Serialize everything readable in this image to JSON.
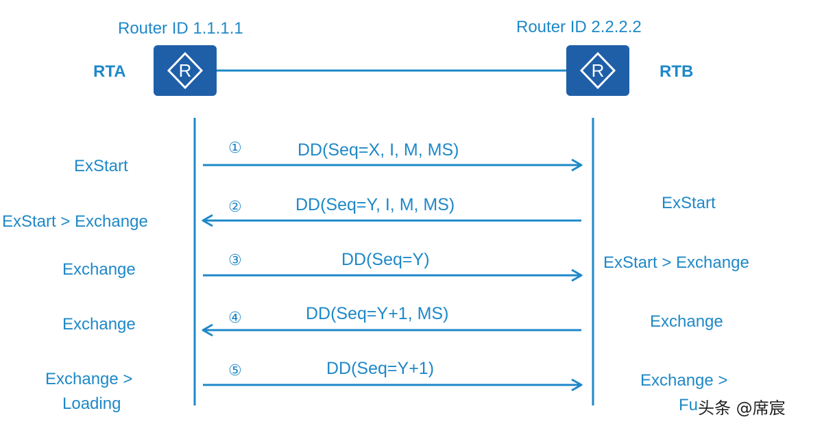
{
  "colors": {
    "accent": "#1e88c8",
    "router": "#1f5fa8",
    "watermark": "#222222"
  },
  "routers": {
    "rta": {
      "id_label": "Router ID 1.1.1.1",
      "name": "RTA",
      "icon": "router-icon"
    },
    "rtb": {
      "id_label": "Router ID 2.2.2.2",
      "name": "RTB",
      "icon": "router-icon"
    }
  },
  "messages": [
    {
      "num": "①",
      "label": "DD(Seq=X, I, M, MS)",
      "direction": "right"
    },
    {
      "num": "②",
      "label": "DD(Seq=Y, I, M, MS)",
      "direction": "left"
    },
    {
      "num": "③",
      "label": "DD(Seq=Y)",
      "direction": "right"
    },
    {
      "num": "④",
      "label": "DD(Seq=Y+1, MS)",
      "direction": "left"
    },
    {
      "num": "⑤",
      "label": "DD(Seq=Y+1)",
      "direction": "right"
    }
  ],
  "states_left": [
    "ExStart",
    "ExStart > Exchange",
    "Exchange",
    "Exchange",
    "Exchange >",
    "Loading"
  ],
  "states_right": [
    "ExStart",
    "ExStart > Exchange",
    "Exchange",
    "Exchange >",
    "Fu"
  ],
  "watermark": "头条 @席宸"
}
